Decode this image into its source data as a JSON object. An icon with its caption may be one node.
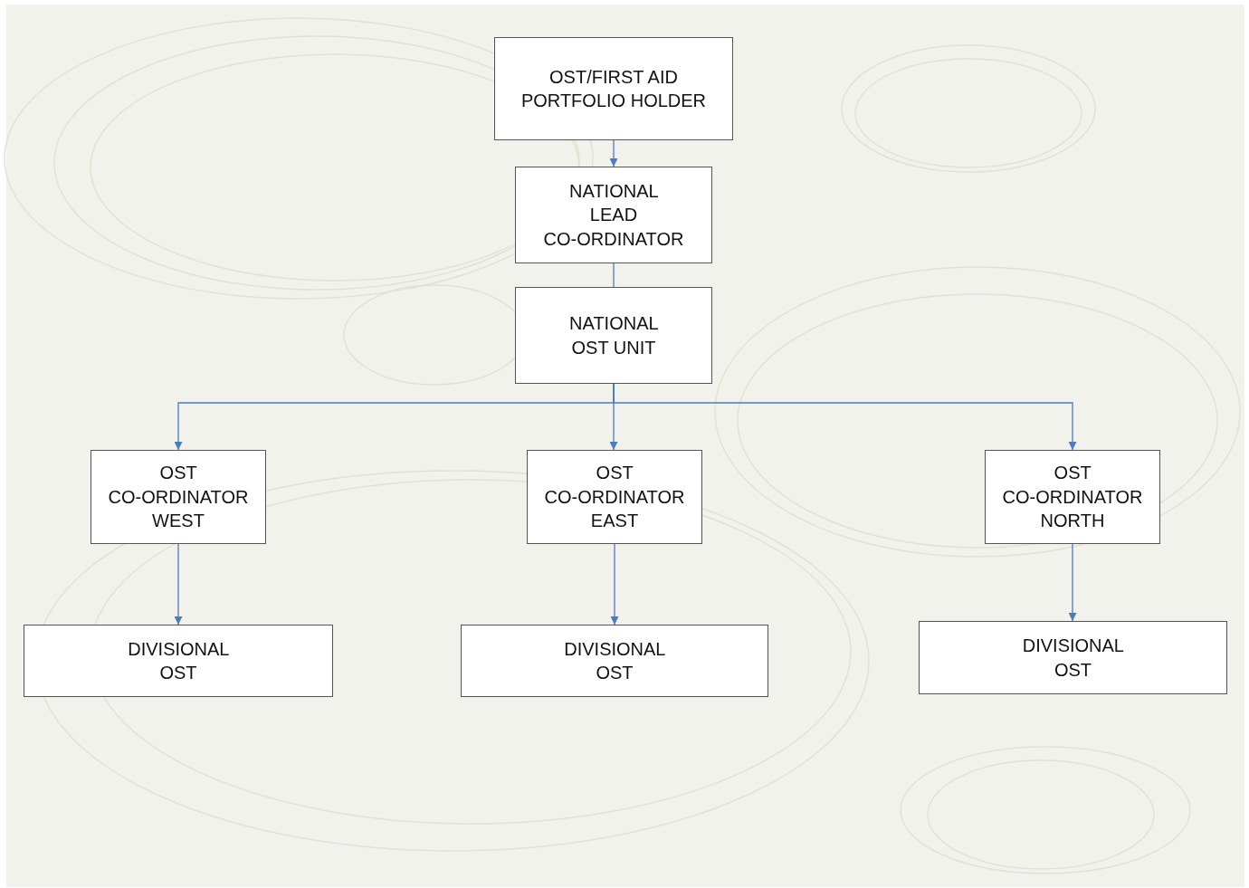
{
  "diagram": {
    "nodes": [
      {
        "text": [
          "OST/FIRST AID PORTFOLIO HOLDER"
        ]
      },
      {
        "text": [
          "NATIONAL LEAD CO-ORDINATOR"
        ]
      },
      {
        "text": [
          "NATIONAL OST UNIT"
        ]
      },
      {
        "text": [
          "OST CO-ORDINATOR WEST"
        ]
      },
      {
        "text": [
          "OST CO-ORDINATOR EAST"
        ]
      },
      {
        "text": [
          "OST CO-ORDINATOR NORTH"
        ]
      },
      {
        "text": [
          "DIVISIONAL OST"
        ]
      },
      {
        "text": [
          "DIVISIONAL OST"
        ]
      },
      {
        "text": [
          "DIVISIONAL OST"
        ]
      }
    ],
    "edges": [
      {
        "from": 0,
        "to": 1,
        "arrow": "to"
      },
      {
        "from": 1,
        "to": 2,
        "arrow": "none"
      },
      {
        "from": 2,
        "to": 3,
        "arrow": "to"
      },
      {
        "from": 2,
        "to": 4,
        "arrow": "to"
      },
      {
        "from": 2,
        "to": 5,
        "arrow": "to"
      },
      {
        "from": 3,
        "to": 6,
        "arrow": "to"
      },
      {
        "from": 4,
        "to": 7,
        "arrow": "to"
      },
      {
        "from": 5,
        "to": 8,
        "arrow": "to"
      }
    ]
  }
}
